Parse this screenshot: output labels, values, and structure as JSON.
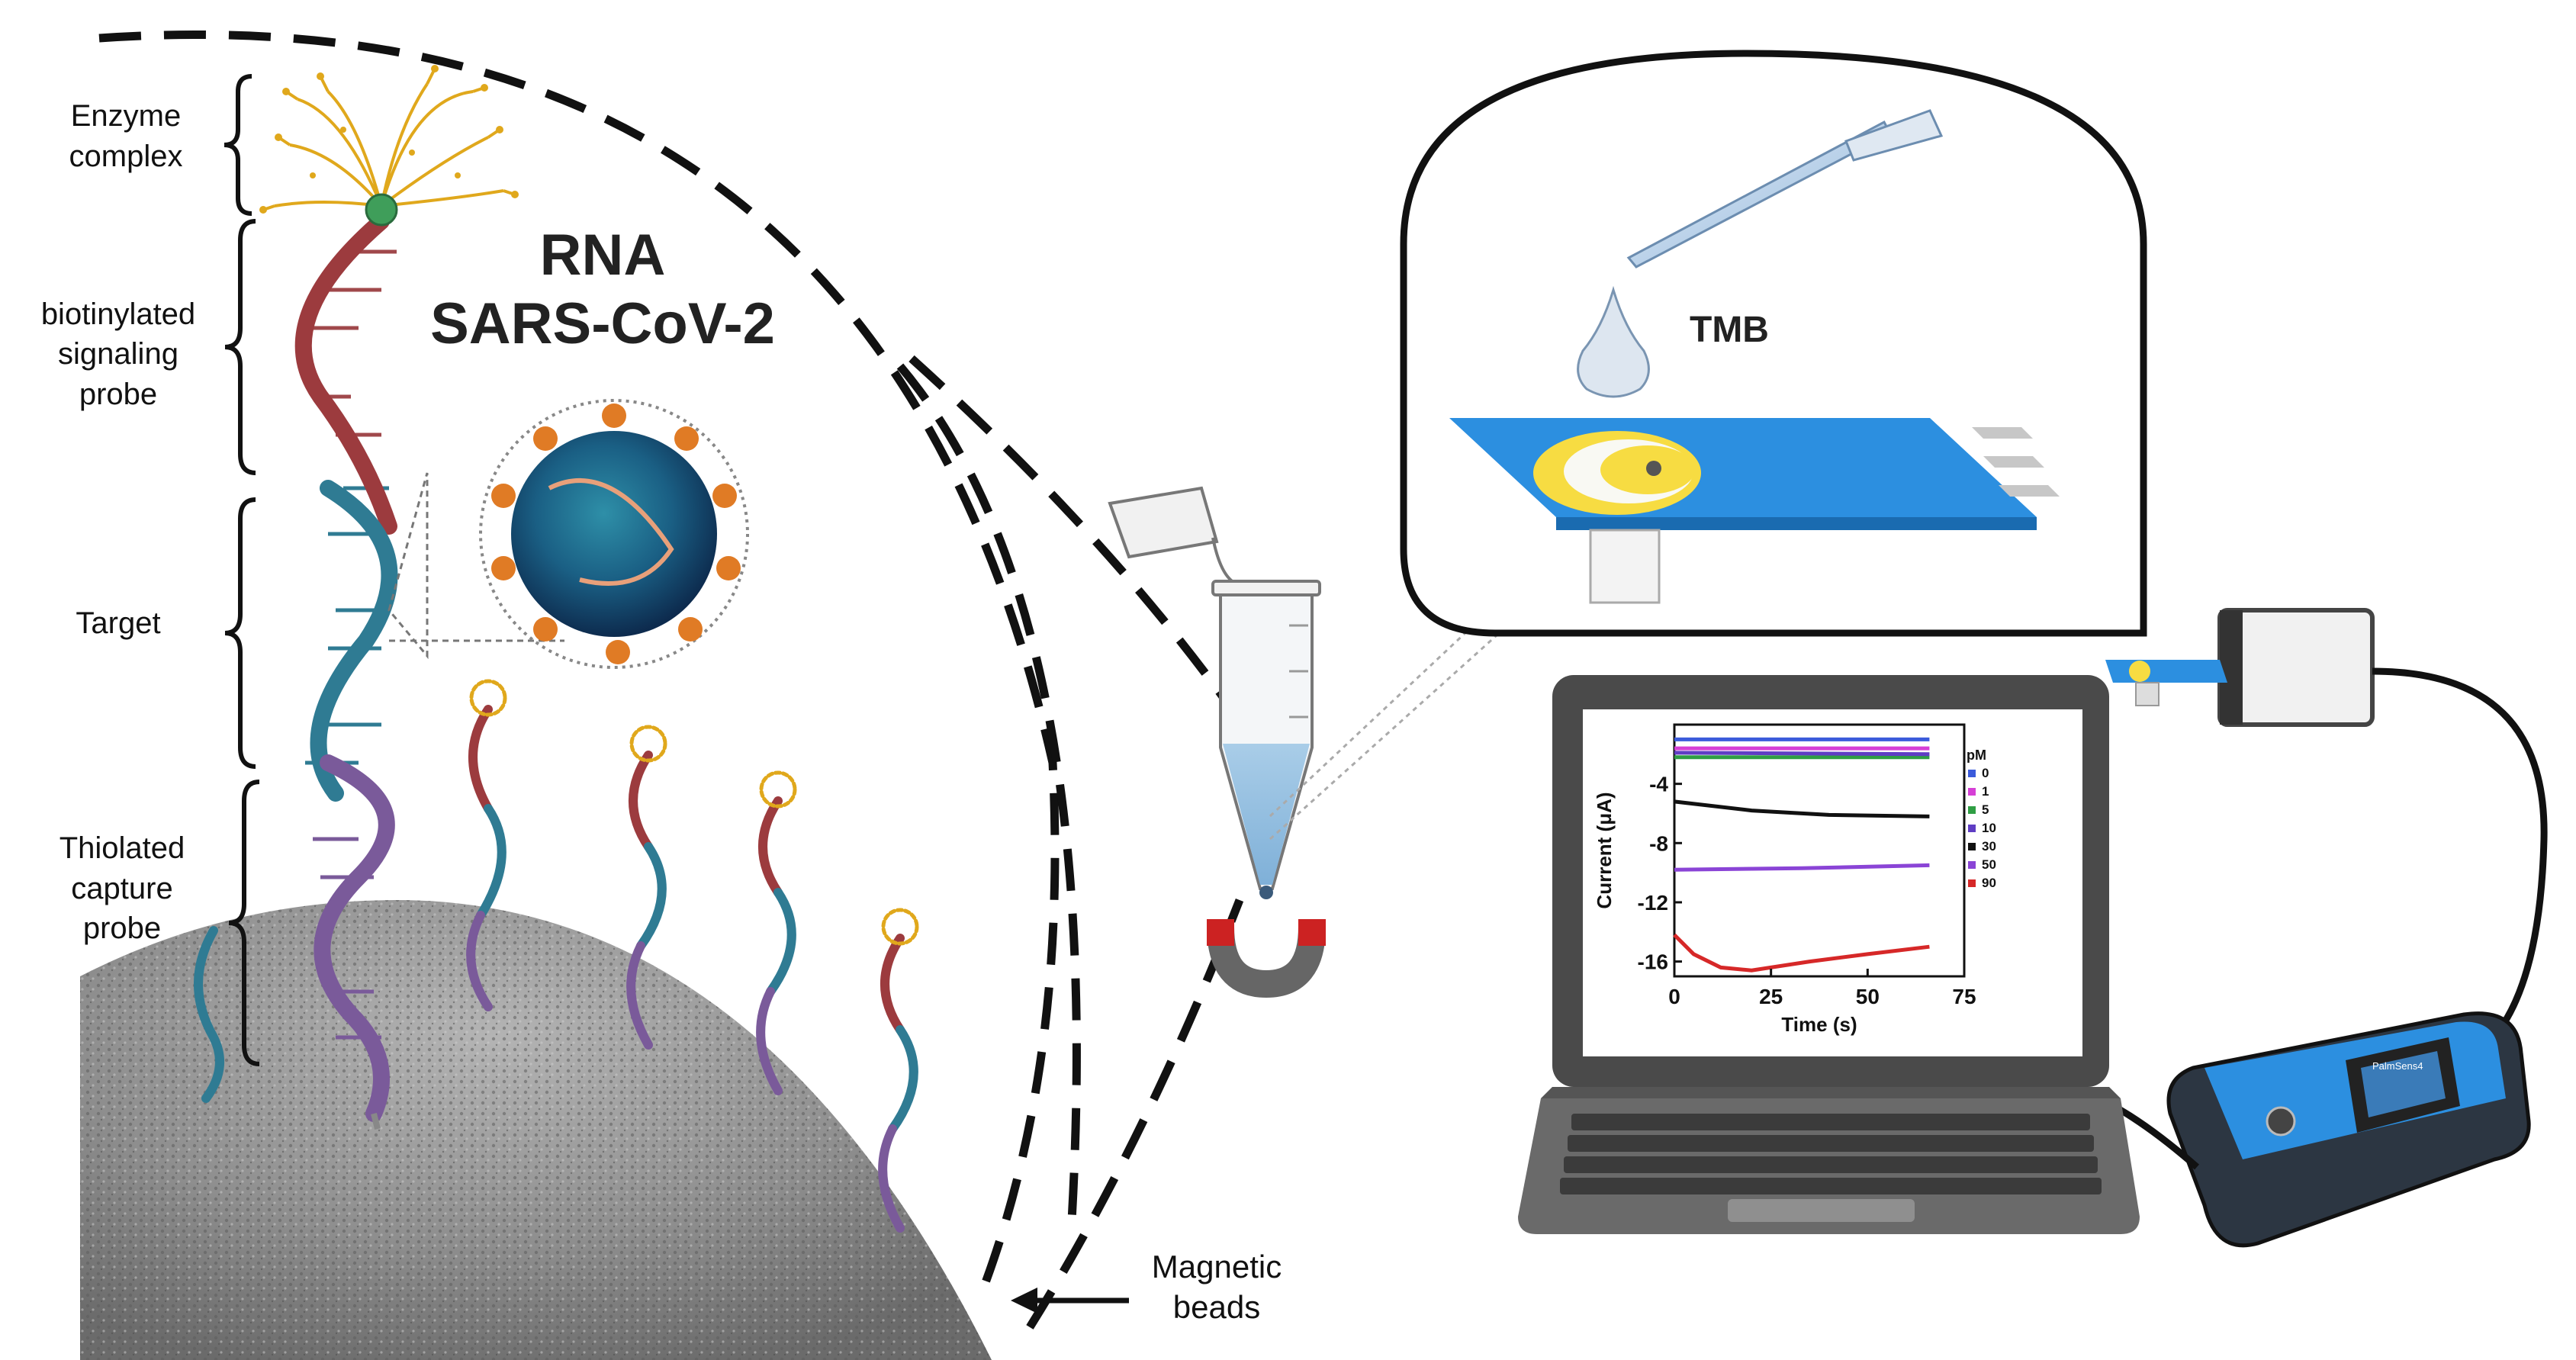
{
  "labels": {
    "enzyme": [
      "Enzyme",
      "complex"
    ],
    "biotin": [
      "biotinylated",
      "signaling",
      "probe"
    ],
    "target": "Target",
    "thiol": [
      "Thiolated",
      "capture",
      "probe"
    ],
    "magnetic": [
      "Magnetic",
      "beads"
    ],
    "rna_title": [
      "RNA",
      "SARS-CoV-2"
    ],
    "tmb": "TMB"
  },
  "device": {
    "screen_text": "PalmSens4"
  },
  "chart_data": {
    "type": "line",
    "xlabel": "Time (s)",
    "ylabel": "Current (μA)",
    "xlim": [
      0,
      75
    ],
    "ylim": [
      -17,
      0
    ],
    "x_ticks": [
      0,
      25,
      50,
      75
    ],
    "y_ticks": [
      -4,
      -8,
      -12,
      -16
    ],
    "legend_title": "pM",
    "legend_position": "right",
    "series": [
      {
        "name": "0",
        "color": "#3b5bdb",
        "x": [
          0,
          66
        ],
        "y": [
          -1.0,
          -1.0
        ]
      },
      {
        "name": "1",
        "color": "#d63fd6",
        "x": [
          0,
          66
        ],
        "y": [
          -1.6,
          -1.6
        ]
      },
      {
        "name": "5",
        "color": "#2f9e44",
        "x": [
          0,
          66
        ],
        "y": [
          -2.2,
          -2.2
        ]
      },
      {
        "name": "10",
        "color": "#5f3dc4",
        "x": [
          0,
          66
        ],
        "y": [
          -1.9,
          -2.0
        ]
      },
      {
        "name": "30",
        "color": "#111111",
        "x": [
          0,
          20,
          40,
          66
        ],
        "y": [
          -5.2,
          -5.8,
          -6.1,
          -6.2
        ]
      },
      {
        "name": "50",
        "color": "#8a44d6",
        "x": [
          0,
          33,
          66
        ],
        "y": [
          -9.8,
          -9.7,
          -9.5
        ]
      },
      {
        "name": "90",
        "color": "#d62828",
        "x": [
          0,
          5,
          12,
          20,
          35,
          50,
          66
        ],
        "y": [
          -14.2,
          -15.5,
          -16.4,
          -16.6,
          -16.0,
          -15.5,
          -15.0
        ]
      }
    ]
  }
}
